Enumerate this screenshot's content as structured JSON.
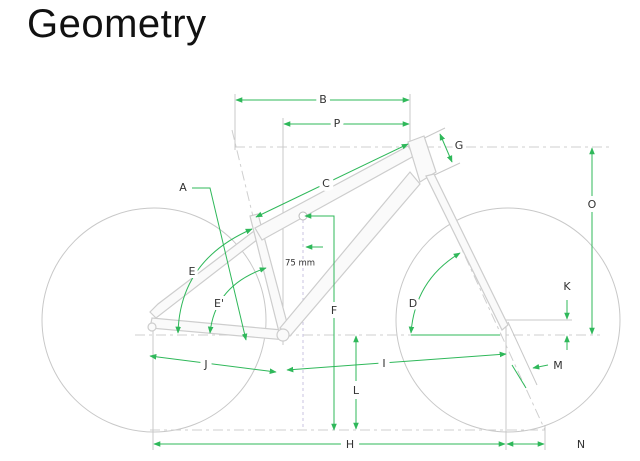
{
  "title": "Geometry",
  "diagram": {
    "labels": {
      "A": "A",
      "B": "B",
      "C": "C",
      "D": "D",
      "E": "E",
      "E_prime": "E'",
      "F": "F",
      "G": "G",
      "H": "H",
      "I": "I",
      "J": "J",
      "K": "K",
      "L": "L",
      "M": "M",
      "N": "N",
      "O": "O",
      "P": "P"
    },
    "offset_note": "75 mm"
  },
  "colors": {
    "dimension": "#2fb85a",
    "frame": "#cdcdcd"
  }
}
